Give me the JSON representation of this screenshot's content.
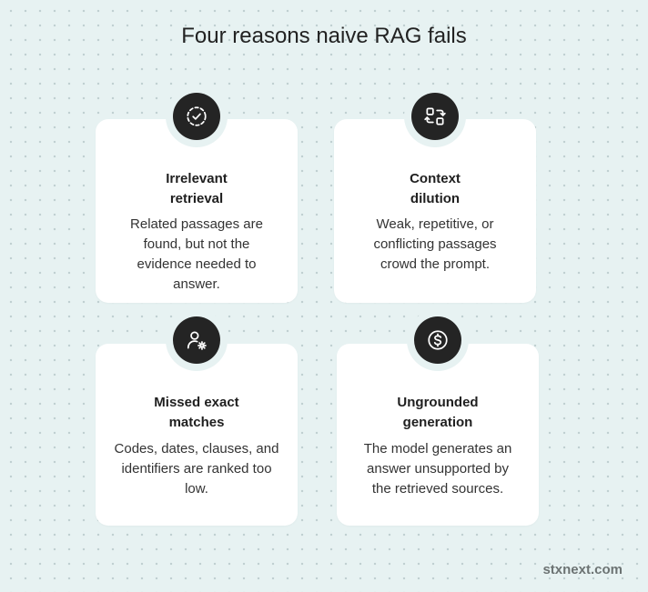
{
  "title": "Four reasons naive RAG fails",
  "cards": [
    {
      "icon": "dashed-circle-check-icon",
      "title_line1": "Irrelevant",
      "title_line2": "retrieval",
      "text_lines": [
        "Related passages are",
        "found, but not the",
        "evidence needed to",
        "answer."
      ]
    },
    {
      "icon": "swap-arrows-icon",
      "title_line1": "Context",
      "title_line2": "dilution",
      "text_lines": [
        "Weak, repetitive, or",
        "conflicting passages",
        "crowd the prompt."
      ]
    },
    {
      "icon": "user-gear-icon",
      "title_line1": "Missed exact",
      "title_line2": "matches",
      "text_lines": [
        "Codes, dates, clauses, and",
        "identifiers are ranked too",
        "low."
      ]
    },
    {
      "icon": "dollar-circle-icon",
      "title_line1": "Ungrounded",
      "title_line2": "generation",
      "text_lines": [
        "The model generates an",
        "answer unsupported by",
        "the retrieved sources."
      ]
    }
  ],
  "footer": "stxnext.com",
  "colors": {
    "background": "#e7f2f2",
    "card": "#ffffff",
    "badge": "#242424",
    "title": "#222222"
  }
}
